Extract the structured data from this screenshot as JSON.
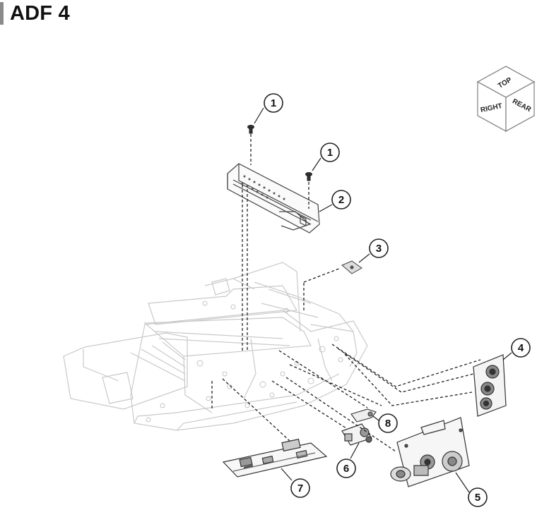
{
  "title": "ADF 4",
  "orientation_cube": {
    "top": "TOP",
    "right": "RIGHT",
    "rear": "REAR"
  },
  "callouts": [
    {
      "id": "callout-1a",
      "label": "1"
    },
    {
      "id": "callout-1b",
      "label": "1"
    },
    {
      "id": "callout-2",
      "label": "2"
    },
    {
      "id": "callout-3",
      "label": "3"
    },
    {
      "id": "callout-4",
      "label": "4"
    },
    {
      "id": "callout-5",
      "label": "5"
    },
    {
      "id": "callout-6",
      "label": "6"
    },
    {
      "id": "callout-7",
      "label": "7"
    },
    {
      "id": "callout-8",
      "label": "8"
    }
  ]
}
